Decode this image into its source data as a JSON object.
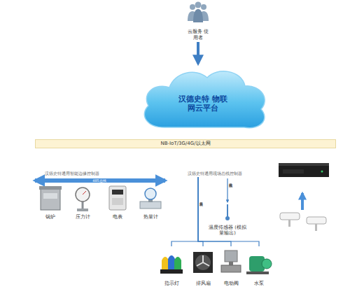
{
  "diagram": {
    "nodes": [
      {
        "text": [
          "云服务 使用者"
        ]
      },
      {
        "text": [
          "汉德史特 物联网云平台"
        ]
      },
      {
        "text": [
          "NB-IoT/3G/4G/以太网"
        ]
      },
      {
        "text": [
          "汉德史特通用智能边缘控制器"
        ]
      },
      {
        "text": [
          "汉德史特通用现场总线控制器"
        ]
      },
      {
        "text": [
          "锅炉"
        ]
      },
      {
        "text": [
          "压力计"
        ]
      },
      {
        "text": [
          "电表"
        ]
      },
      {
        "text": [
          "热量计"
        ]
      },
      {
        "text": [
          "温度传感器 (模拟量输出)"
        ]
      },
      {
        "text": [
          "指示灯"
        ]
      },
      {
        "text": [
          "排风扇"
        ]
      },
      {
        "text": [
          "电动阀"
        ]
      },
      {
        "text": [
          "水泵"
        ]
      }
    ],
    "edges": [
      {
        "from": 0,
        "to": 1,
        "arrow": "to"
      },
      {
        "from": 4,
        "to": 9,
        "arrow": "to"
      },
      {
        "from": 4,
        "to": 10,
        "arrow": "none"
      },
      {
        "from": 4,
        "to": 11,
        "arrow": "none"
      },
      {
        "from": 4,
        "to": 12,
        "arrow": "none"
      },
      {
        "from": 4,
        "to": 13,
        "arrow": "none"
      }
    ],
    "labels": [
      "485总线",
      "开关量输出",
      "模拟量输入"
    ]
  }
}
